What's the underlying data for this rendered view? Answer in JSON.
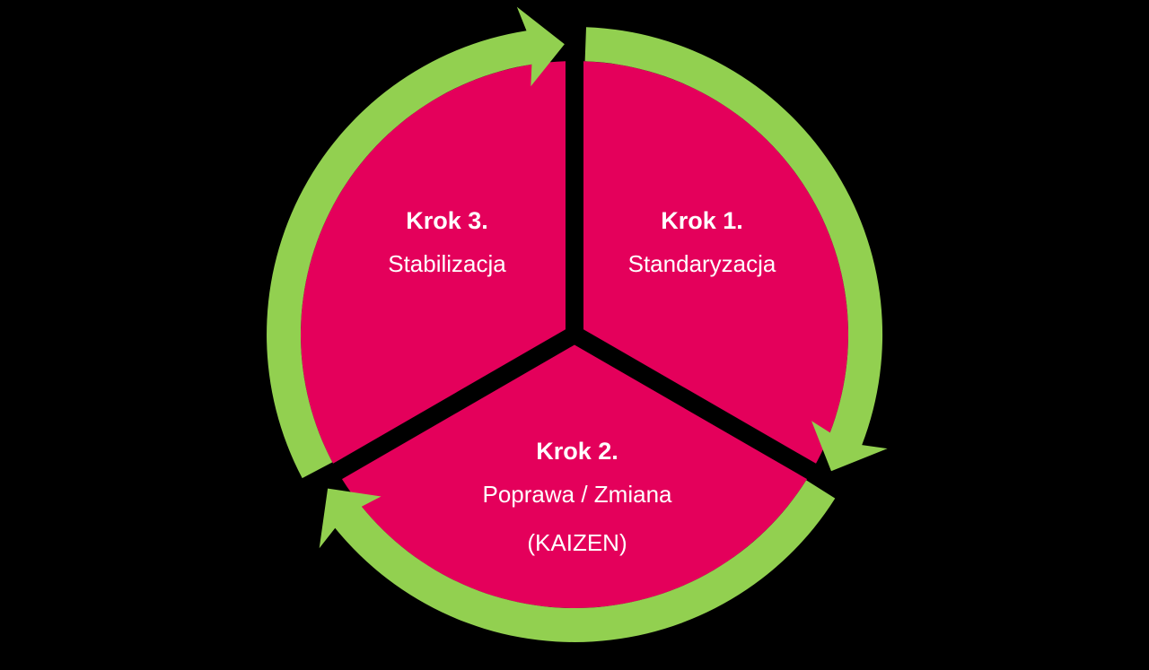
{
  "diagram": {
    "type": "cycle",
    "colors": {
      "background": "#000000",
      "segment_fill": "#E4005B",
      "arrow_ring": "#92D050",
      "text": "#ffffff"
    },
    "steps": [
      {
        "id": "step1",
        "title": "Krok 1.",
        "lines": [
          "Standaryzacja"
        ]
      },
      {
        "id": "step2",
        "title": "Krok 2.",
        "lines": [
          "Poprawa / Zmiana",
          "(KAIZEN)"
        ]
      },
      {
        "id": "step3",
        "title": "Krok 3.",
        "lines": [
          "Stabilizacja"
        ]
      }
    ],
    "flow_direction": "clockwise"
  }
}
